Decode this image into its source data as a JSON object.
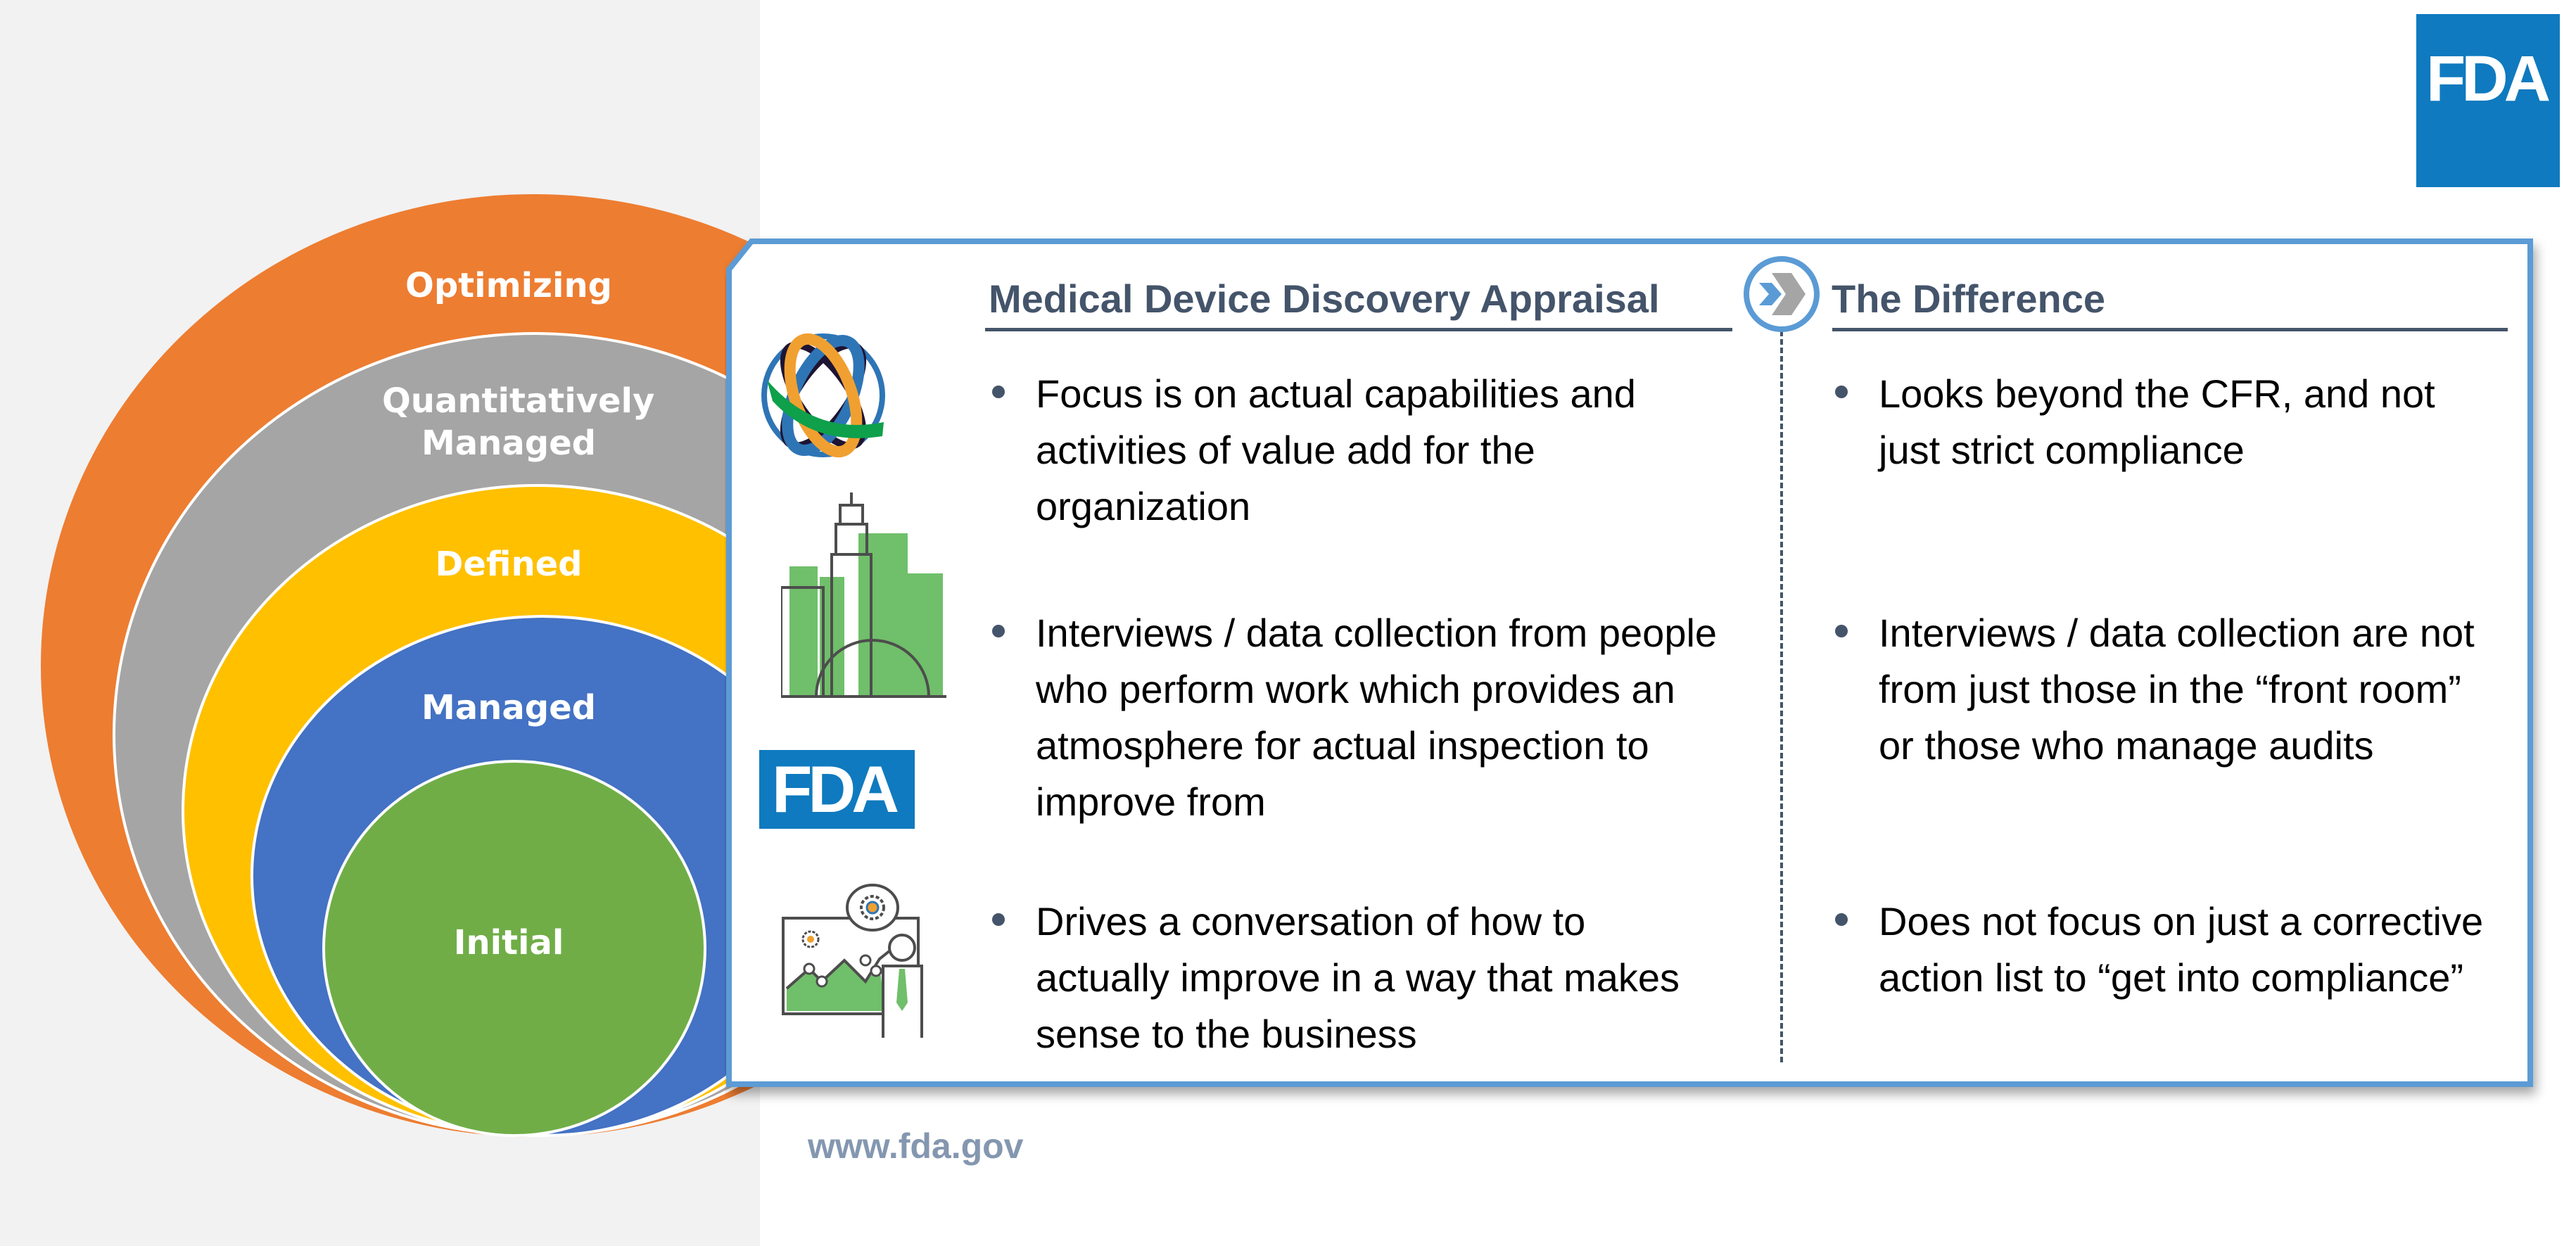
{
  "slide": {
    "background_left": "#f2f2f2",
    "accent_blue": "#5b9bd5",
    "heading_color": "#44546a"
  },
  "maturity_levels": [
    {
      "label": "Optimizing",
      "color": "#ed7d31"
    },
    {
      "label": "Quantitatively Managed",
      "color": "#a5a5a5"
    },
    {
      "label": "Defined",
      "color": "#ffc000"
    },
    {
      "label": "Managed",
      "color": "#4472c4"
    },
    {
      "label": "Initial",
      "color": "#70ad47"
    }
  ],
  "logo": {
    "text": "FDA",
    "color": "#0f7abf"
  },
  "columns": {
    "left": {
      "title": "Medical Device Discovery Appraisal",
      "bullets": [
        "Focus is on actual capabilities and activities of value add for the organization",
        "Interviews / data collection from people who perform work which provides an atmosphere for actual inspection to improve from",
        "Drives a conversation of how to actually improve in a way that makes sense to the business"
      ]
    },
    "right": {
      "title": "The Difference",
      "bullets": [
        "Looks beyond the CFR, and not just strict compliance",
        "Interviews / data collection are not from just those in the “front room” or those who manage audits",
        "Does not focus on just a corrective action list to “get into compliance”"
      ]
    }
  },
  "icons": [
    "globe-icon",
    "city-skyline-icon",
    "fda-logo-icon",
    "presenter-chart-icon"
  ],
  "footer": {
    "url": "www.fda.gov"
  }
}
